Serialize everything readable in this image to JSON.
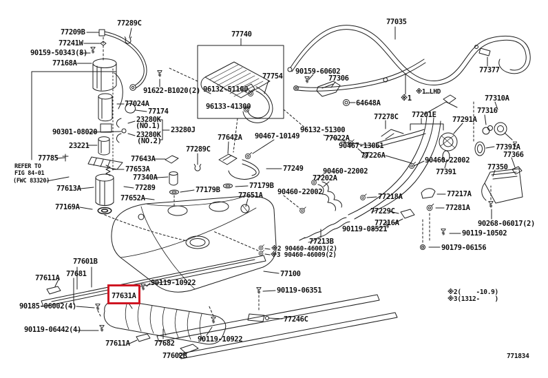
{
  "page": {
    "background": "#ffffff",
    "line_color": "#1b1b1b",
    "highlight_color": "#cf1522"
  },
  "labels": {
    "p77209B": "77209B",
    "p77289C": "77289C",
    "p77241W": "77241W",
    "p90159_50343": "90159-50343(8)",
    "p77168A": "77168A",
    "p91622_B1020": "91622-B1020(2)",
    "p77024A": "77024A",
    "p77174": "77174",
    "p23280K": "23280K",
    "no1": "(NO.1)",
    "no2": "(NO.2)",
    "p23280J": "23280J",
    "p90301_08020": "90301-08020",
    "p23221": "23221",
    "p77785": "77785",
    "p77613A": "77613A",
    "p77169A": "77169A",
    "p77643A": "77643A",
    "p77653A": "77653A",
    "p77340A": "77340A",
    "p77289": "77289",
    "p77652A": "77652A",
    "p77179B": "77179B",
    "p77651A": "77651A",
    "p77740": "77740",
    "p77754": "77754",
    "p96132_51100": "96132-51100",
    "p96133_41300": "96133-41300",
    "p77035": "77035",
    "p90159_60602": "90159-60602",
    "p77306": "77306",
    "p64648A": "64648A",
    "p77377": "77377",
    "p77310A": "77310A",
    "p77316": "77316",
    "p77278C": "77278C",
    "p77201E": "77201E",
    "p77291A": "77291A",
    "p96132_51300": "96132-51300",
    "p77022A": "77022A",
    "p90467_13061": "90467-13061",
    "p90467_10149": "90467-10149",
    "p77642A": "77642A",
    "p77249": "77249",
    "p77226A": "77226A",
    "p90460_22002": "90460-22002",
    "p77202A": "77202A",
    "p77218A": "77218A",
    "p77229C": "77229C",
    "p77216A": "77216A",
    "p90119_08521": "90119-08521",
    "p77217A": "77217A",
    "p77281A": "77281A",
    "p90268_06017": "90268-06017(2)",
    "p90119_10502": "90119-10502",
    "p90179_06156": "90179-06156",
    "p77391": "77391",
    "p77391A": "77391A",
    "p77366": "77366",
    "p77350": "77350",
    "p77213B": "77213B",
    "p77100": "77100",
    "p90119_06351": "90119-06351",
    "p77246C": "77246C",
    "p90119_10922": "90119-10922",
    "p77601B": "77601B",
    "p77681": "77681",
    "p77611A": "77611A",
    "p77631A": "77631A",
    "p90185_06002": "90185-06002(4)",
    "p90119_06442": "90119-06442(4)",
    "p77682": "77682",
    "p77602B": "77602B"
  },
  "notes": {
    "marker1": "※1",
    "lhd": "※1…LHD",
    "spec_no2": "※2 90460-46003(2)",
    "spec_no3": "※3 90460-46009(2)",
    "note2": "※2(    -10.9)",
    "note3": "※3(1312-    )",
    "refer1": "REFER TO",
    "refer2": "FIG 84-01",
    "refer3": "(FWC 83320)",
    "diagram_code": "771834"
  }
}
